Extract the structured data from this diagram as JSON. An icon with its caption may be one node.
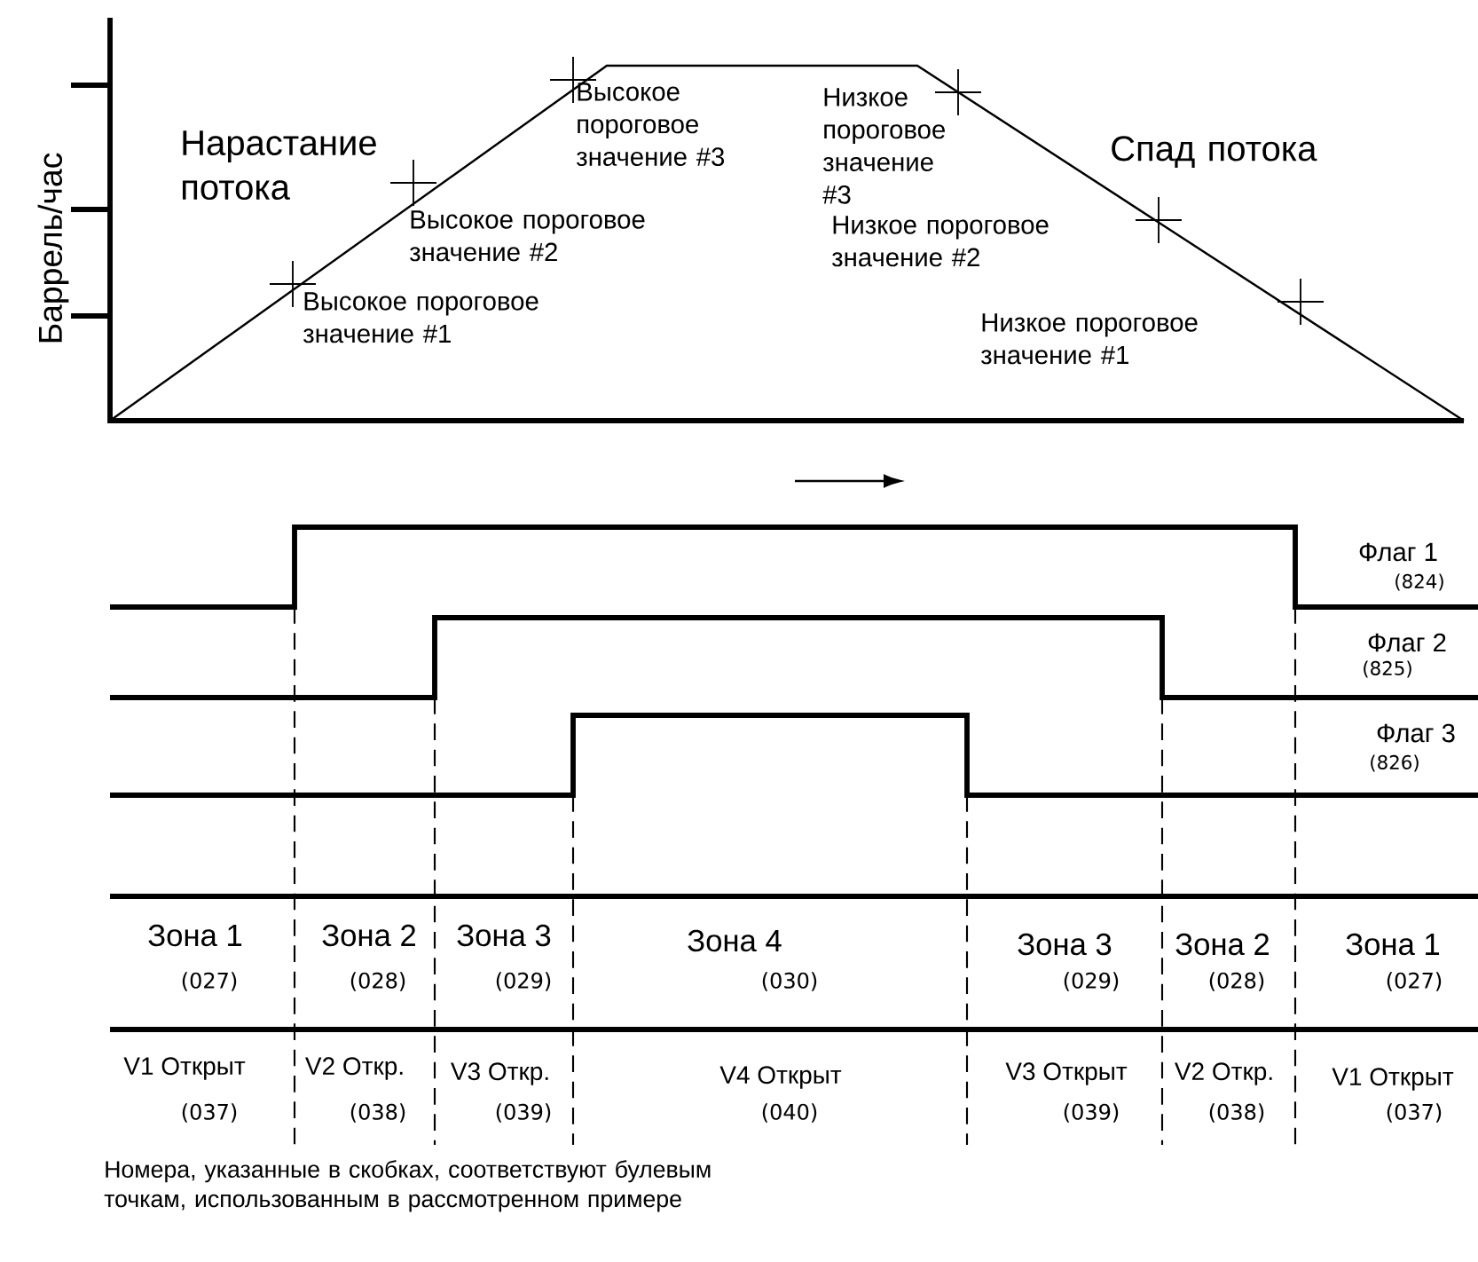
{
  "diagram": {
    "labels": [
      "Баррель/час",
      "Нарастание потока",
      "Высокое пороговое значение #3",
      "Низкое пороговое значение #3",
      "Спад потока",
      "Высокое пороговое значение #2",
      "Низкое пороговое значение #2",
      "Высокое пороговое значение #1",
      "Низкое пороговое значение #1",
      "Флаг 1",
      "(824)",
      "Флаг 2",
      "(825)",
      "Флаг 3",
      "(826)",
      "Зона 1",
      "Зона 2",
      "Зона 3",
      "Зона 4",
      "Зона 3",
      "Зона 2",
      "Зона 1",
      "(027)",
      "(028)",
      "(029)",
      "(030)",
      "(029)",
      "(028)",
      "(027)",
      "V1 Открыт",
      "V2 Откр.",
      "V3 Откр.",
      "V4 Открыт",
      "V3 Открыт",
      "V2 Откр.",
      "V1 Открыт",
      "(037)",
      "(038)",
      "(039)",
      "(040)",
      "(039)",
      "(038)",
      "(037)",
      "Номера, указанные в скобках, соответствуют булевым точкам, использованным в рассмотренном примере"
    ]
  }
}
